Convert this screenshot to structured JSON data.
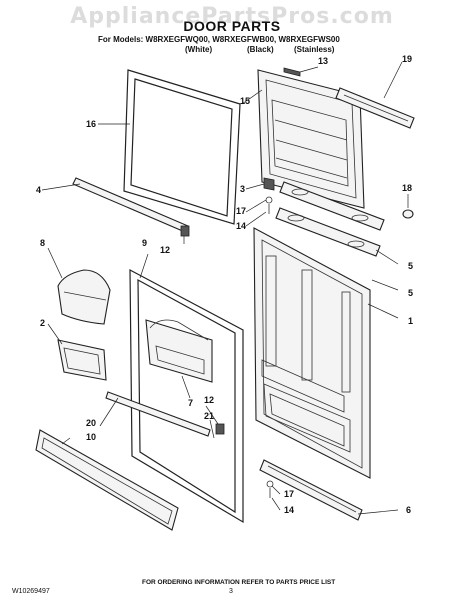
{
  "watermark": "AppliancePartsPros.com",
  "title": "DOOR PARTS",
  "models_line": "For Models: W8RXEGFWQ00, W8RXEGFWB00, W8RXEGFWS00",
  "variants": [
    "(White)",
    "(Black)",
    "(Stainless)"
  ],
  "callouts": {
    "c13": "13",
    "c19": "19",
    "c15": "15",
    "c16": "16",
    "c4": "4",
    "c3": "3",
    "c18": "18",
    "c17a": "17",
    "c14a": "14",
    "c12a": "12",
    "c5a": "5",
    "c5b": "5",
    "c8": "8",
    "c9": "9",
    "c1": "1",
    "c2": "2",
    "c7": "7",
    "c12b": "12",
    "c21": "21",
    "c20": "20",
    "c10": "10",
    "c17b": "17",
    "c14b": "14",
    "c6": "6"
  },
  "footer": "FOR ORDERING INFORMATION REFER TO PARTS PRICE LIST",
  "doc_number": "W10269497",
  "page_number": "3"
}
